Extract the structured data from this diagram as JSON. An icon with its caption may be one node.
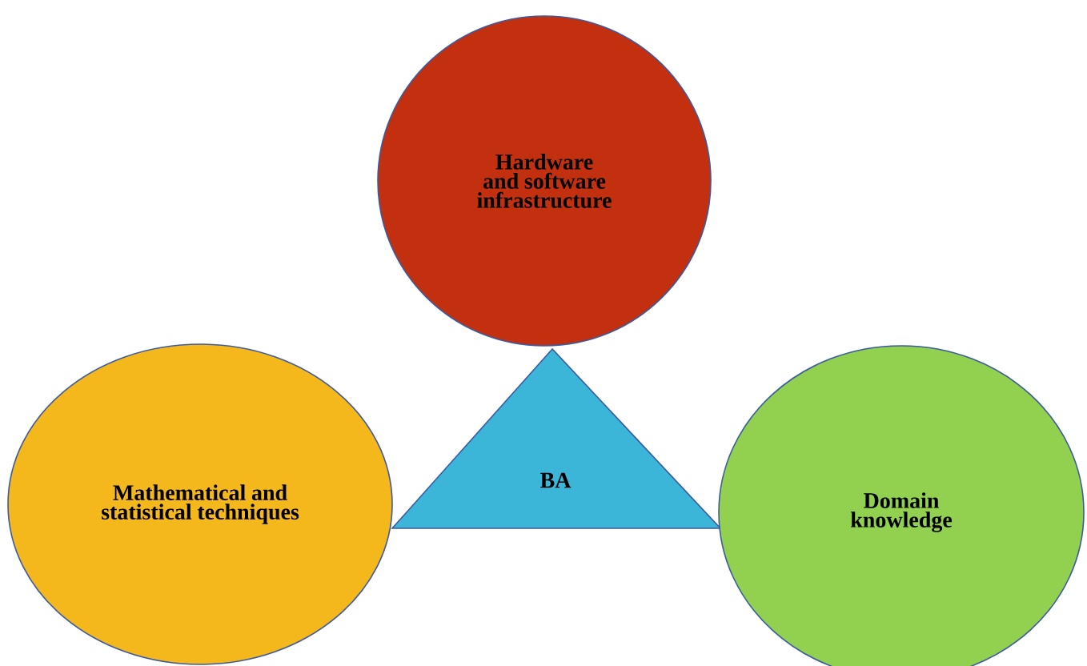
{
  "diagram": {
    "nodes": [
      {
        "text": [
          "Hardware and software infrastructure"
        ]
      },
      {
        "text": [
          "Mathematical and statistical techniques"
        ]
      },
      {
        "text": [
          "BA"
        ]
      },
      {
        "text": [
          "Domain knowledge"
        ]
      }
    ]
  }
}
